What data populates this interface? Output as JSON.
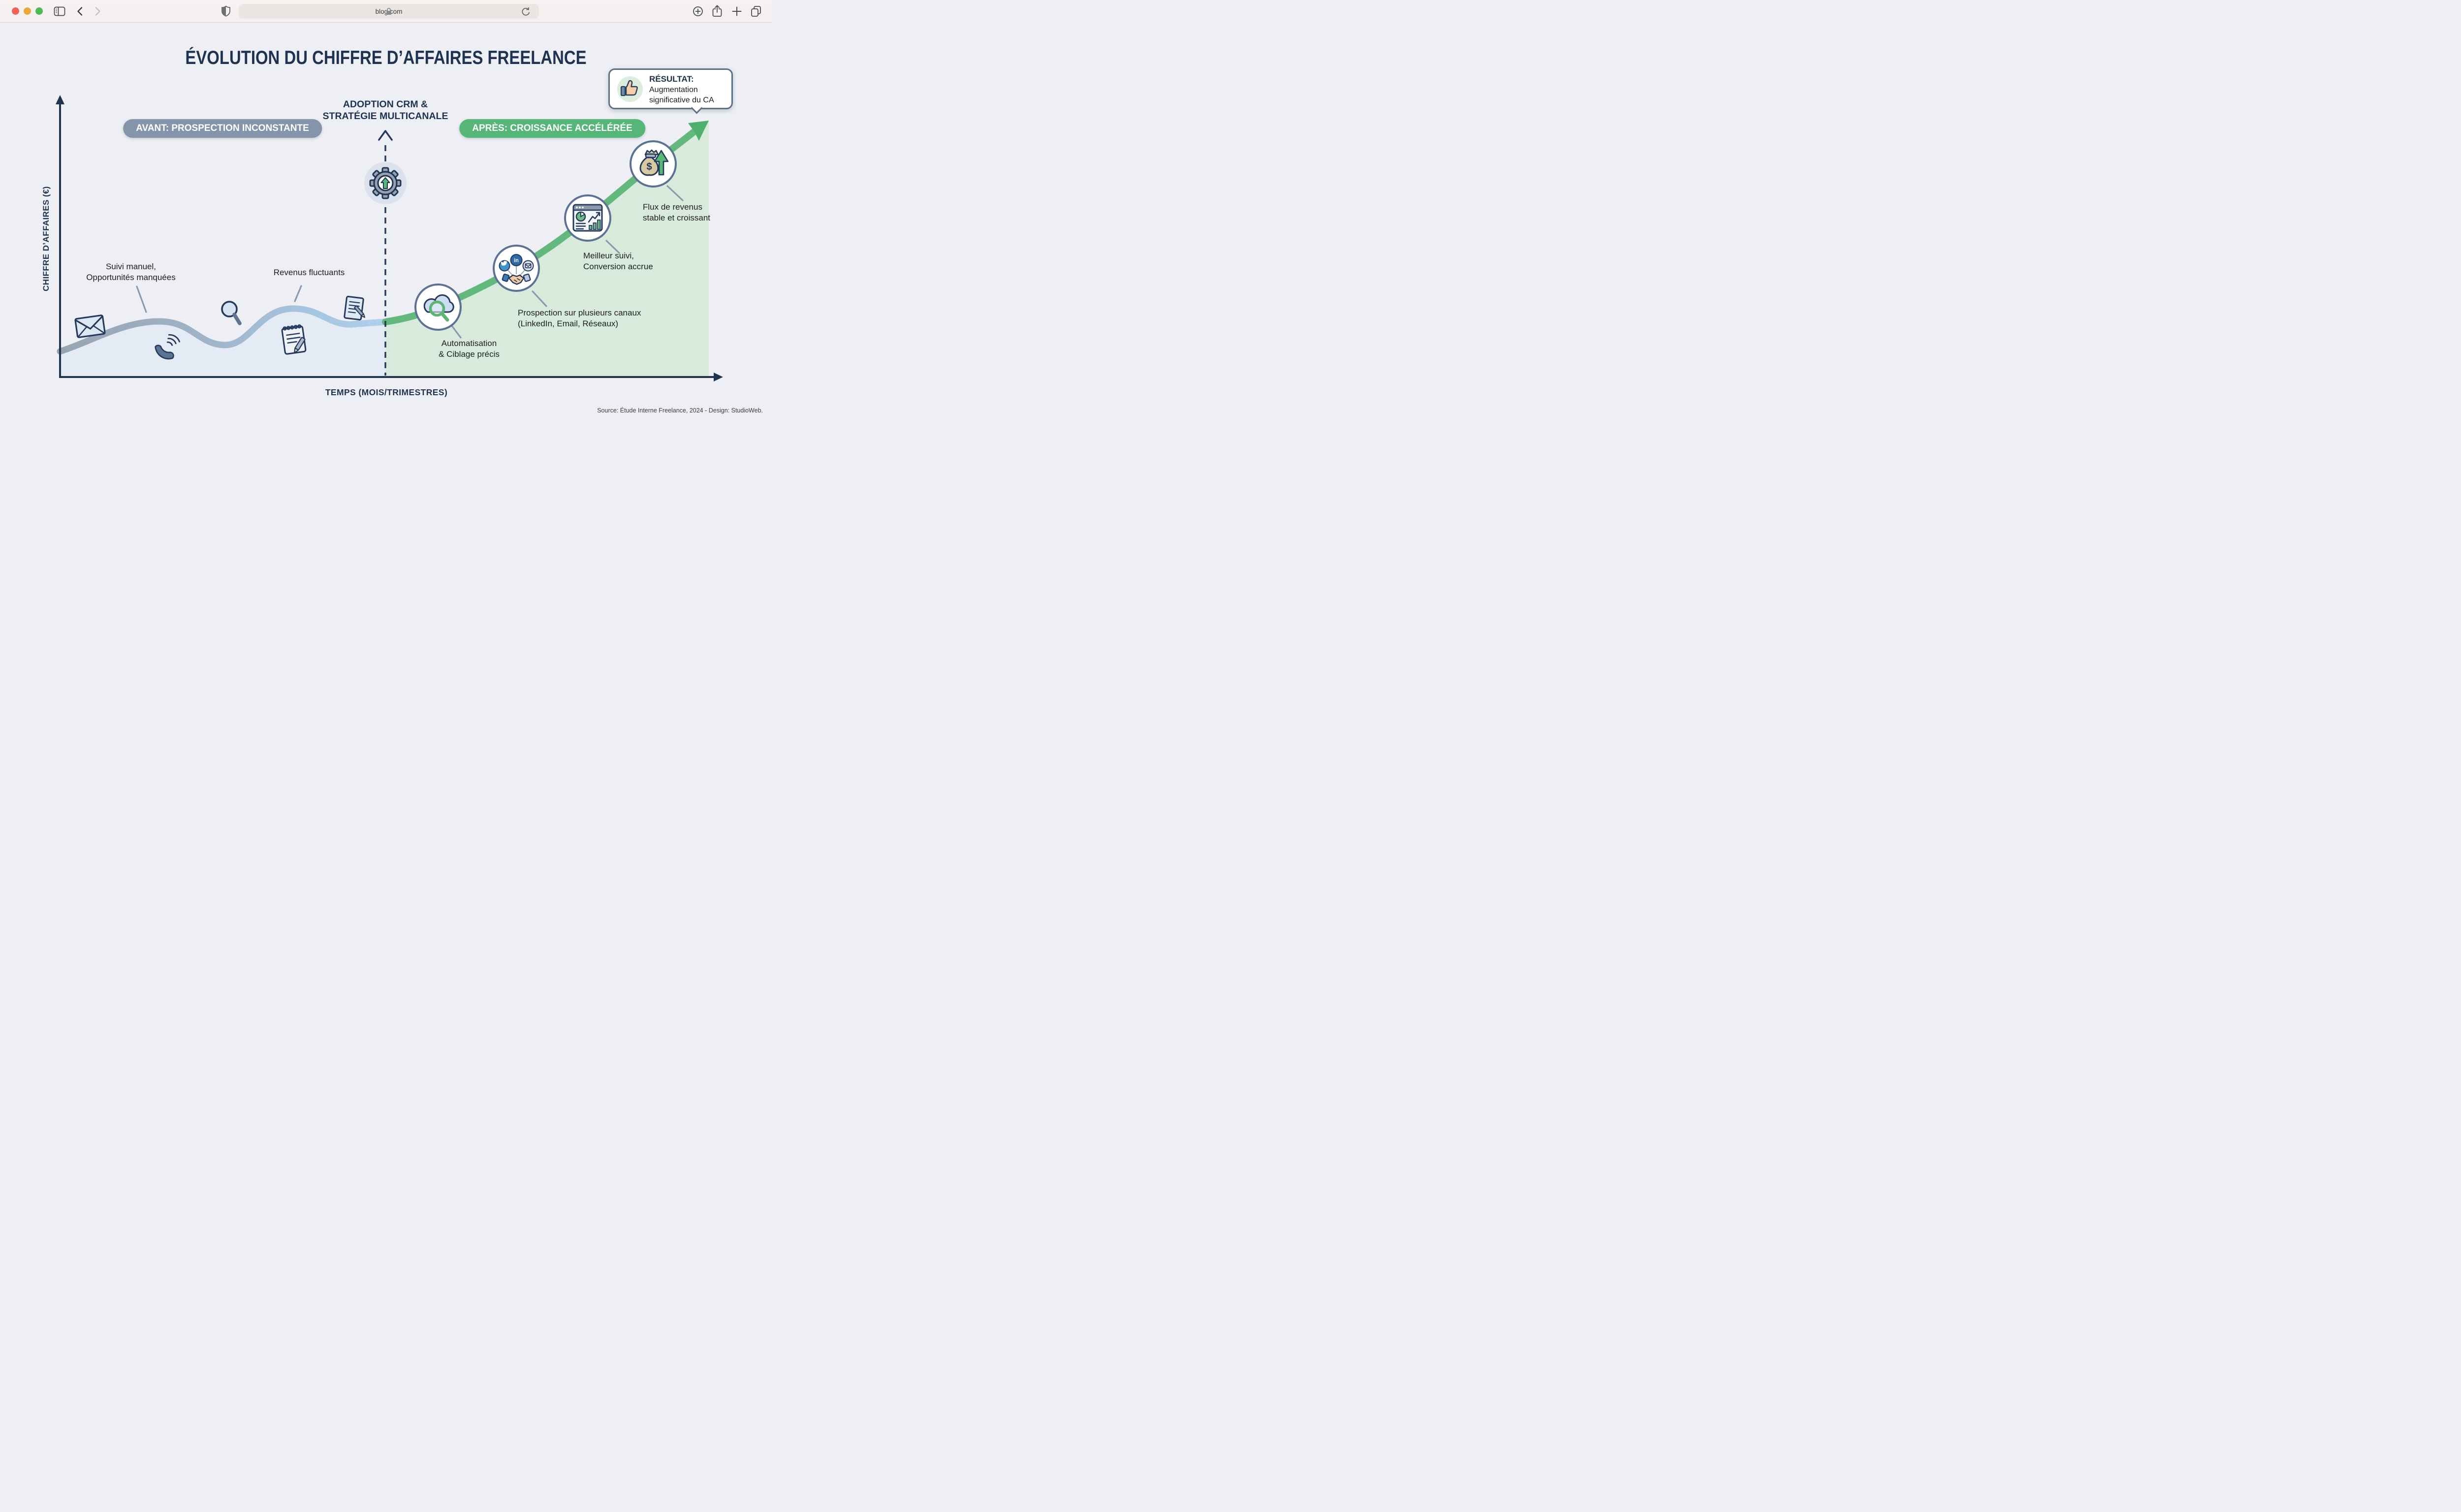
{
  "browser": {
    "url": "blog.com"
  },
  "colors": {
    "navy": "#1f3350",
    "before_badge_bg": "#8394ab",
    "after_badge_bg": "#55b678",
    "green_line": "#63b87e",
    "green_fill": "#d7e9da",
    "gray_line_start": "#98a4b3",
    "blue_line_end": "#aed0ea",
    "circle_border": "#5d7292",
    "background": "#edeff4"
  },
  "infographic": {
    "title": "ÉVOLUTION DU CHIFFRE D’AFFAIRES FREELANCE",
    "y_axis_label": "CHIFFRE D’AFFAIRES (€)",
    "x_axis_label": "TEMPS (MOIS/TRIMESTRES)",
    "before_badge": "AVANT: PROSPECTION INCONSTANTE",
    "after_badge": "APRÈS: CROISSANCE ACCÉLÉRÉE",
    "pivot_label": [
      "ADOPTION CRM &",
      "STRATÉGIE MULTICANALE"
    ],
    "result": {
      "title": "RÉSULTAT:",
      "body": [
        "Augmentation",
        "significative du CA"
      ]
    },
    "labels": {
      "manual": [
        "Suivi manuel,",
        "Opportunités manquées"
      ],
      "fluctuating": [
        "Revenus fluctuants"
      ],
      "automation": [
        "Automatisation",
        "& Ciblage précis"
      ],
      "prospection": [
        "Prospection sur plusieurs canaux",
        "(LinkedIn, Email, Réseaux)"
      ],
      "tracking": [
        "Meilleur suivi,",
        "Conversion accrue"
      ],
      "flux": [
        "Flux de revenus",
        "stable et croissant"
      ]
    },
    "icon_text": {
      "linkedin": "in",
      "dollar": "$"
    },
    "source": "Source: Étude Interne Freelance, 2024 - Design: StudioWeb."
  },
  "chart_data": {
    "type": "line",
    "title": "ÉVOLUTION DU CHIFFRE D’AFFAIRES FREELANCE",
    "xlabel": "TEMPS (MOIS/TRIMESTRES)",
    "ylabel": "CHIFFRE D’AFFAIRES (€)",
    "axis_ticks": "none (conceptual infographic, no numeric scale)",
    "series": [
      {
        "name": "AVANT: PROSPECTION INCONSTANTE",
        "style": "wavy flat gray-blue line, left half",
        "trend": "fluctuating / stagnant",
        "annotations": [
          "Suivi manuel, Opportunités manquées",
          "Revenus fluctuants"
        ]
      },
      {
        "name": "APRÈS: CROISSANCE ACCÉLÉRÉE",
        "style": "thick rising green arrow with light-green area fill, right half",
        "trend": "steep steady growth",
        "annotations": [
          "Automatisation & Ciblage précis",
          "Prospection sur plusieurs canaux (LinkedIn, Email, Réseaux)",
          "Meilleur suivi, Conversion accrue",
          "Flux de revenus stable et croissant"
        ]
      }
    ],
    "pivot_event": "ADOPTION CRM & STRATÉGIE MULTICANALE (vertical dashed divider with gear icon)",
    "outcome": "RÉSULTAT: Augmentation significative du CA",
    "legend_position": "badges above each half"
  }
}
